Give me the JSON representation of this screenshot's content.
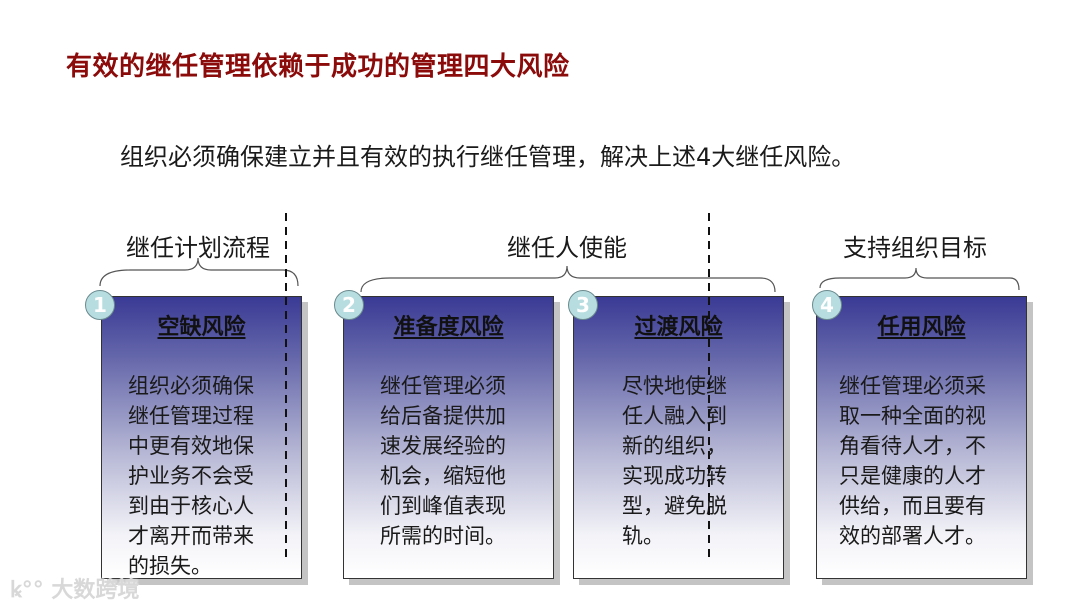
{
  "slide": {
    "title": "有效的继任管理依赖于成功的管理四大风险",
    "subtitle": "组织必须确保建立并且有效的执行继任管理，解决上述4大继任风险。",
    "title_color": "#8b0a0a",
    "groups": [
      {
        "label": "继任计划流程"
      },
      {
        "label": "继任人使能"
      },
      {
        "label": "支持组织目标"
      }
    ],
    "cards": [
      {
        "number": "1",
        "title": "空缺风险",
        "body": "组织必须确保\n继任管理过程\n中更有效地保\n护业务不会受\n到由于核心人\n才离开而带来\n的损失。"
      },
      {
        "number": "2",
        "title": "准备度风险",
        "body": "继任管理必须\n给后备提供加\n速发展经验的\n机会，缩短他\n们到峰值表现\n所需的时间。"
      },
      {
        "number": "3",
        "title": "过渡风险",
        "body": "尽快地使继\n任人融入到\n新的组织，\n实现成功转\n型，避免脱\n轨。"
      },
      {
        "number": "4",
        "title": "任用风险",
        "body": "继任管理必须采\n取一种全面的视\n角看待人才，不\n只是健康的人才\n供给，而且要有\n效的部署人才。"
      }
    ],
    "watermark": "大数跨境",
    "watermark_icon": "logo-icon"
  }
}
